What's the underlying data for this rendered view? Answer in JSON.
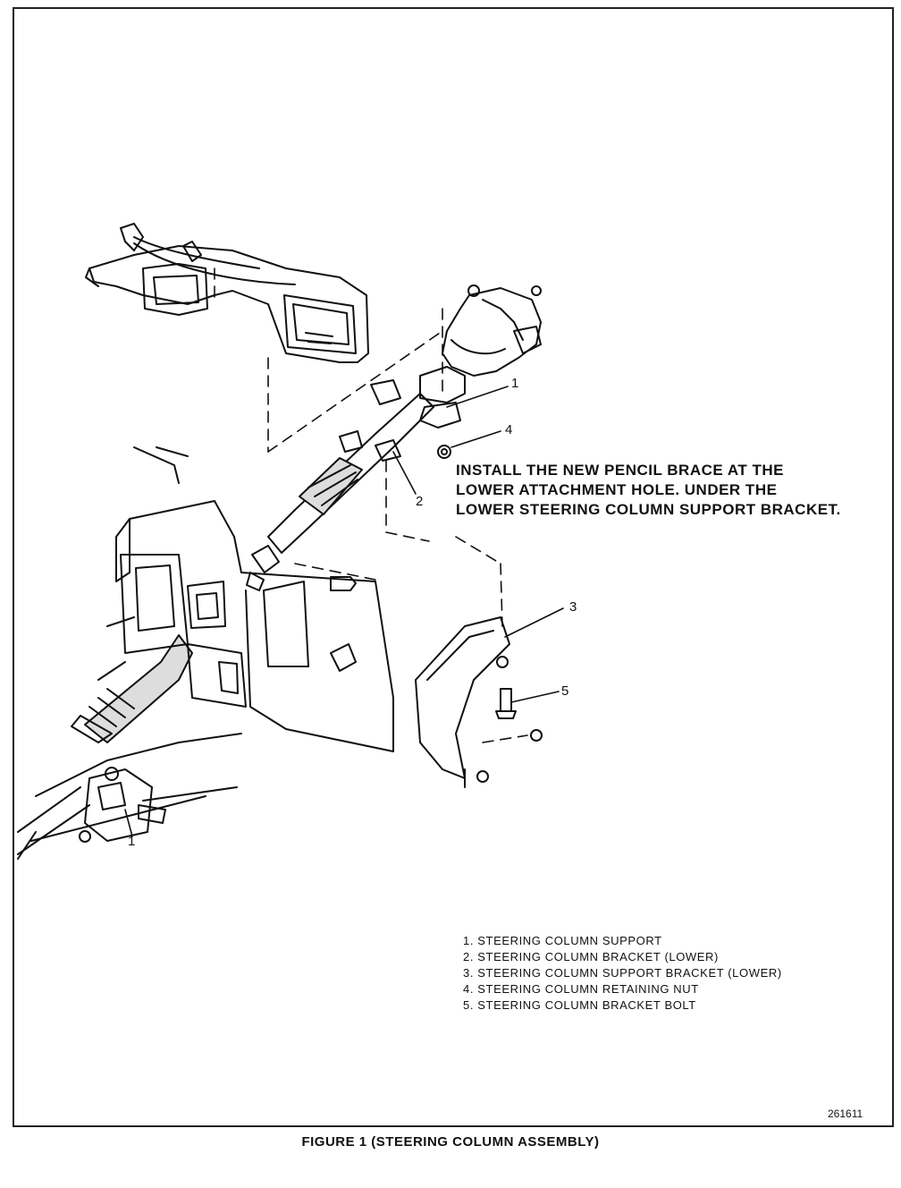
{
  "note": {
    "lines": [
      "INSTALL THE  NEW PENCIL BRACE AT THE",
      "LOWER ATTACHMENT HOLE. UNDER THE",
      "LOWER STEERING COLUMN SUPPORT BRACKET."
    ]
  },
  "callouts": {
    "c1": "1",
    "c2": "2",
    "c3": "3",
    "c4": "4",
    "c5": "5",
    "c1_lower": "1"
  },
  "legend": {
    "items": [
      "1.  STEERING COLUMN SUPPORT",
      "2.  STEERING COLUMN BRACKET (LOWER)",
      "3.  STEERING COLUMN SUPPORT BRACKET (LOWER)",
      "4.  STEERING COLUMN RETAINING NUT",
      "5.  STEERING COLUMN BRACKET BOLT"
    ]
  },
  "ref_code": "261611",
  "caption": "FIGURE 1 (STEERING COLUMN ASSEMBLY)"
}
